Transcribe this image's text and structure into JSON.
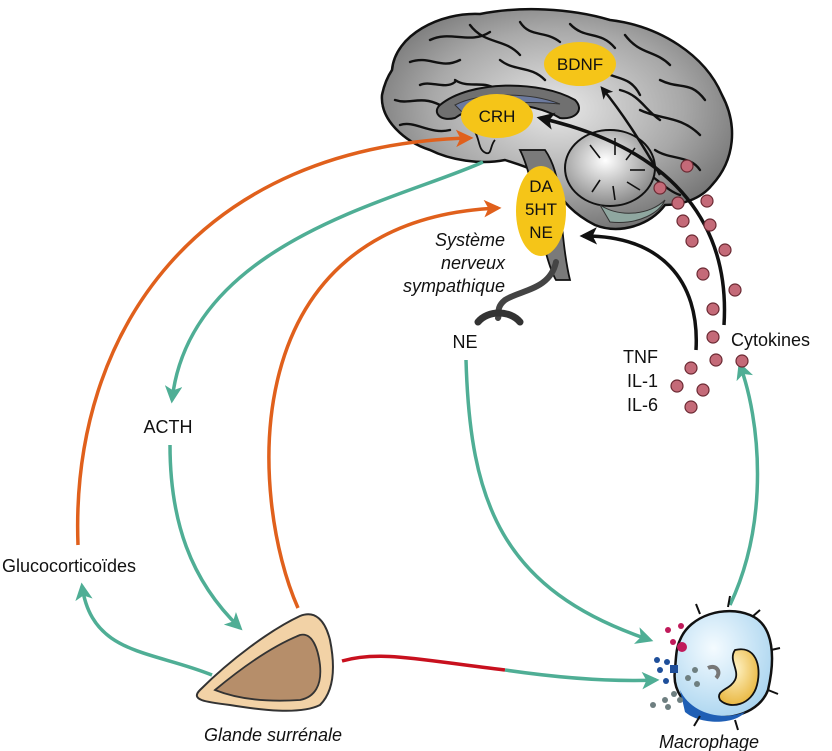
{
  "colors": {
    "orange": "#e0601c",
    "teal": "#4fae95",
    "red": "#c8101e",
    "black": "#111111",
    "yellow": "#f5c518",
    "cytokine": "#c46a78",
    "brain": "#9a9a9a"
  },
  "brain": {
    "molecules": {
      "bdnf": "BDNF",
      "crh": "CRH",
      "da": "DA",
      "ht5": "5HT",
      "ne": "NE"
    }
  },
  "labels": {
    "systeme": "Système",
    "nerveux": "nerveux",
    "sympathique": "sympathique",
    "ne": "NE",
    "tnf": "TNF",
    "il1": "IL-1",
    "il6": "IL-6",
    "cytokines": "Cytokines",
    "acth": "ACTH",
    "glucocorticoides": "Glucocorticoïdes",
    "glande": "Glande surrénale",
    "macrophage": "Macrophage"
  },
  "icons": {
    "brain": "brain-icon",
    "adrenal": "adrenal-gland-icon",
    "macrophage": "macrophage-cell-icon",
    "nerve": "sympathetic-nerve-icon"
  }
}
